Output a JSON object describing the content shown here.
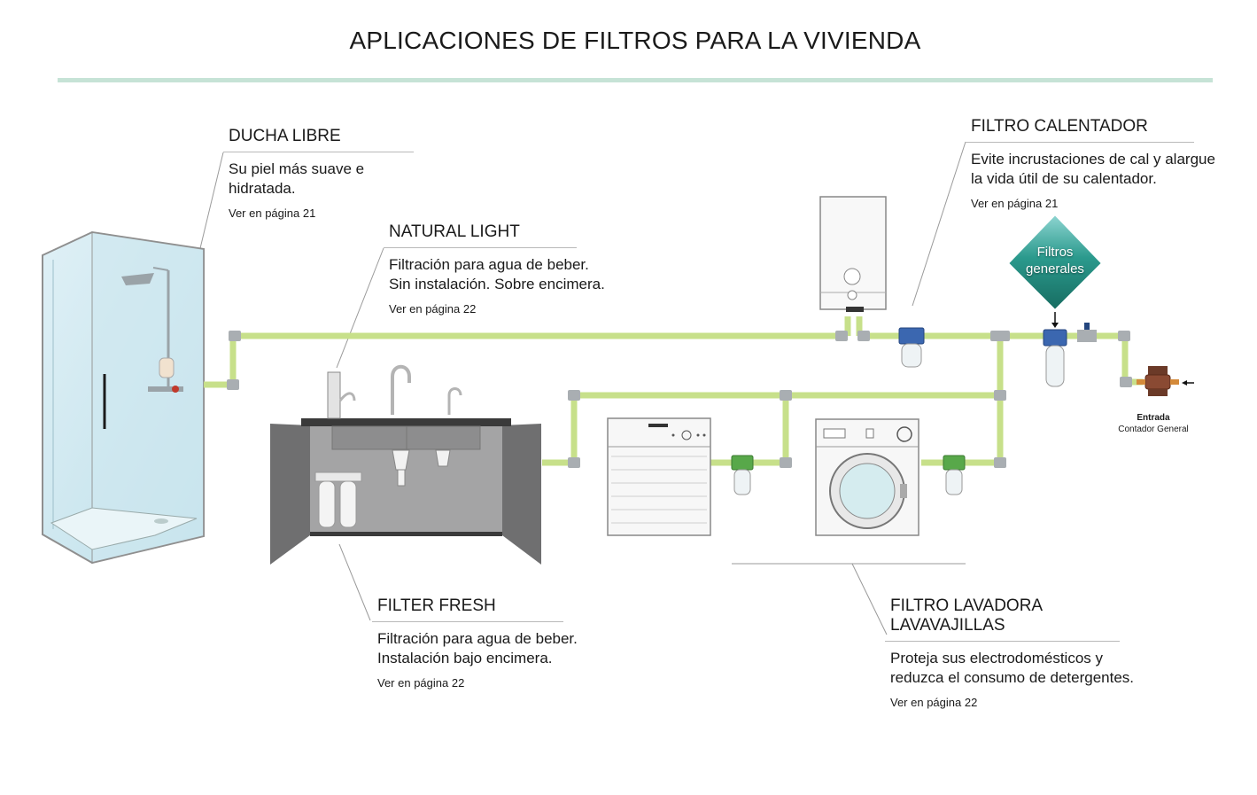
{
  "title": "APLICACIONES DE FILTROS PARA LA VIVIENDA",
  "labels": {
    "ducha": {
      "heading": "DUCHA LIBRE",
      "lines": [
        "Su piel más suave e hidratada."
      ],
      "ref": "Ver en página 21"
    },
    "natural": {
      "heading": "NATURAL LIGHT",
      "lines": [
        "Filtración para agua de beber.",
        "Sin instalación. Sobre encimera."
      ],
      "ref": "Ver en página 22"
    },
    "calentador": {
      "heading": "FILTRO CALENTADOR",
      "lines": [
        "Evite incrustaciones de cal y alargue",
        "la vida útil de su calentador."
      ],
      "ref": "Ver en página 21"
    },
    "fresh": {
      "heading": "FILTER FRESH",
      "lines": [
        "Filtración para agua de beber.",
        "Instalación bajo encimera."
      ],
      "ref": "Ver en página 22"
    },
    "lavadora": {
      "heading_lines": [
        "FILTRO LAVADORA",
        "LAVAVAJILLAS"
      ],
      "lines": [
        "Proteja sus electrodomésticos y",
        "reduzca el consumo de detergentes."
      ],
      "ref": "Ver en página 22"
    }
  },
  "badge": {
    "line1": "Filtros",
    "line2": "generales"
  },
  "meter": {
    "label_bold": "Entrada",
    "label": "Contador General"
  },
  "colors": {
    "pipe": "#c7e08a",
    "pipe_joint": "#a9aeb2",
    "rule": "#c6e3d6",
    "badge": "#1f7f73",
    "cabinet": "#6f6f70"
  }
}
